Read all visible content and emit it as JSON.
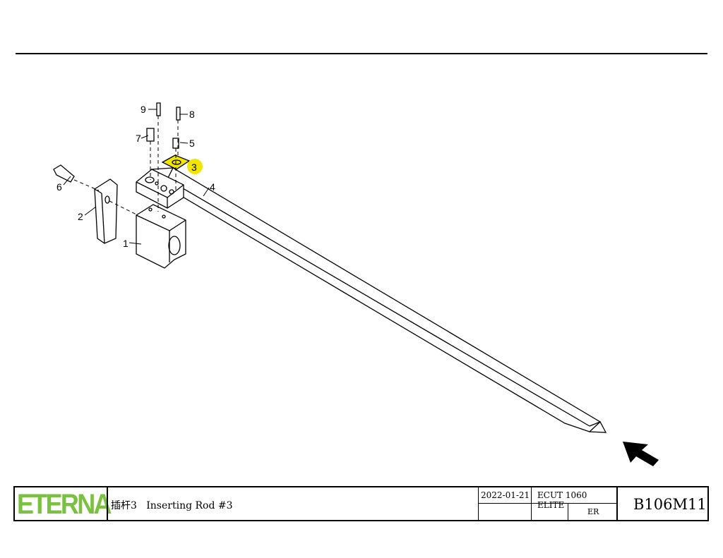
{
  "drawing": {
    "callouts": [
      "1",
      "2",
      "3",
      "4",
      "5",
      "6",
      "7",
      "8",
      "9"
    ],
    "highlight_color": "#f2e600",
    "highlighted_part": "3"
  },
  "title_block": {
    "logo": "ETERNA",
    "logo_color": "#7ac142",
    "description": "插杆3   Inserting Rod #3",
    "date": "2022-01-21",
    "model": "ECUT 1060 ELITE",
    "revision": "ER",
    "part_number": "B106M11"
  }
}
